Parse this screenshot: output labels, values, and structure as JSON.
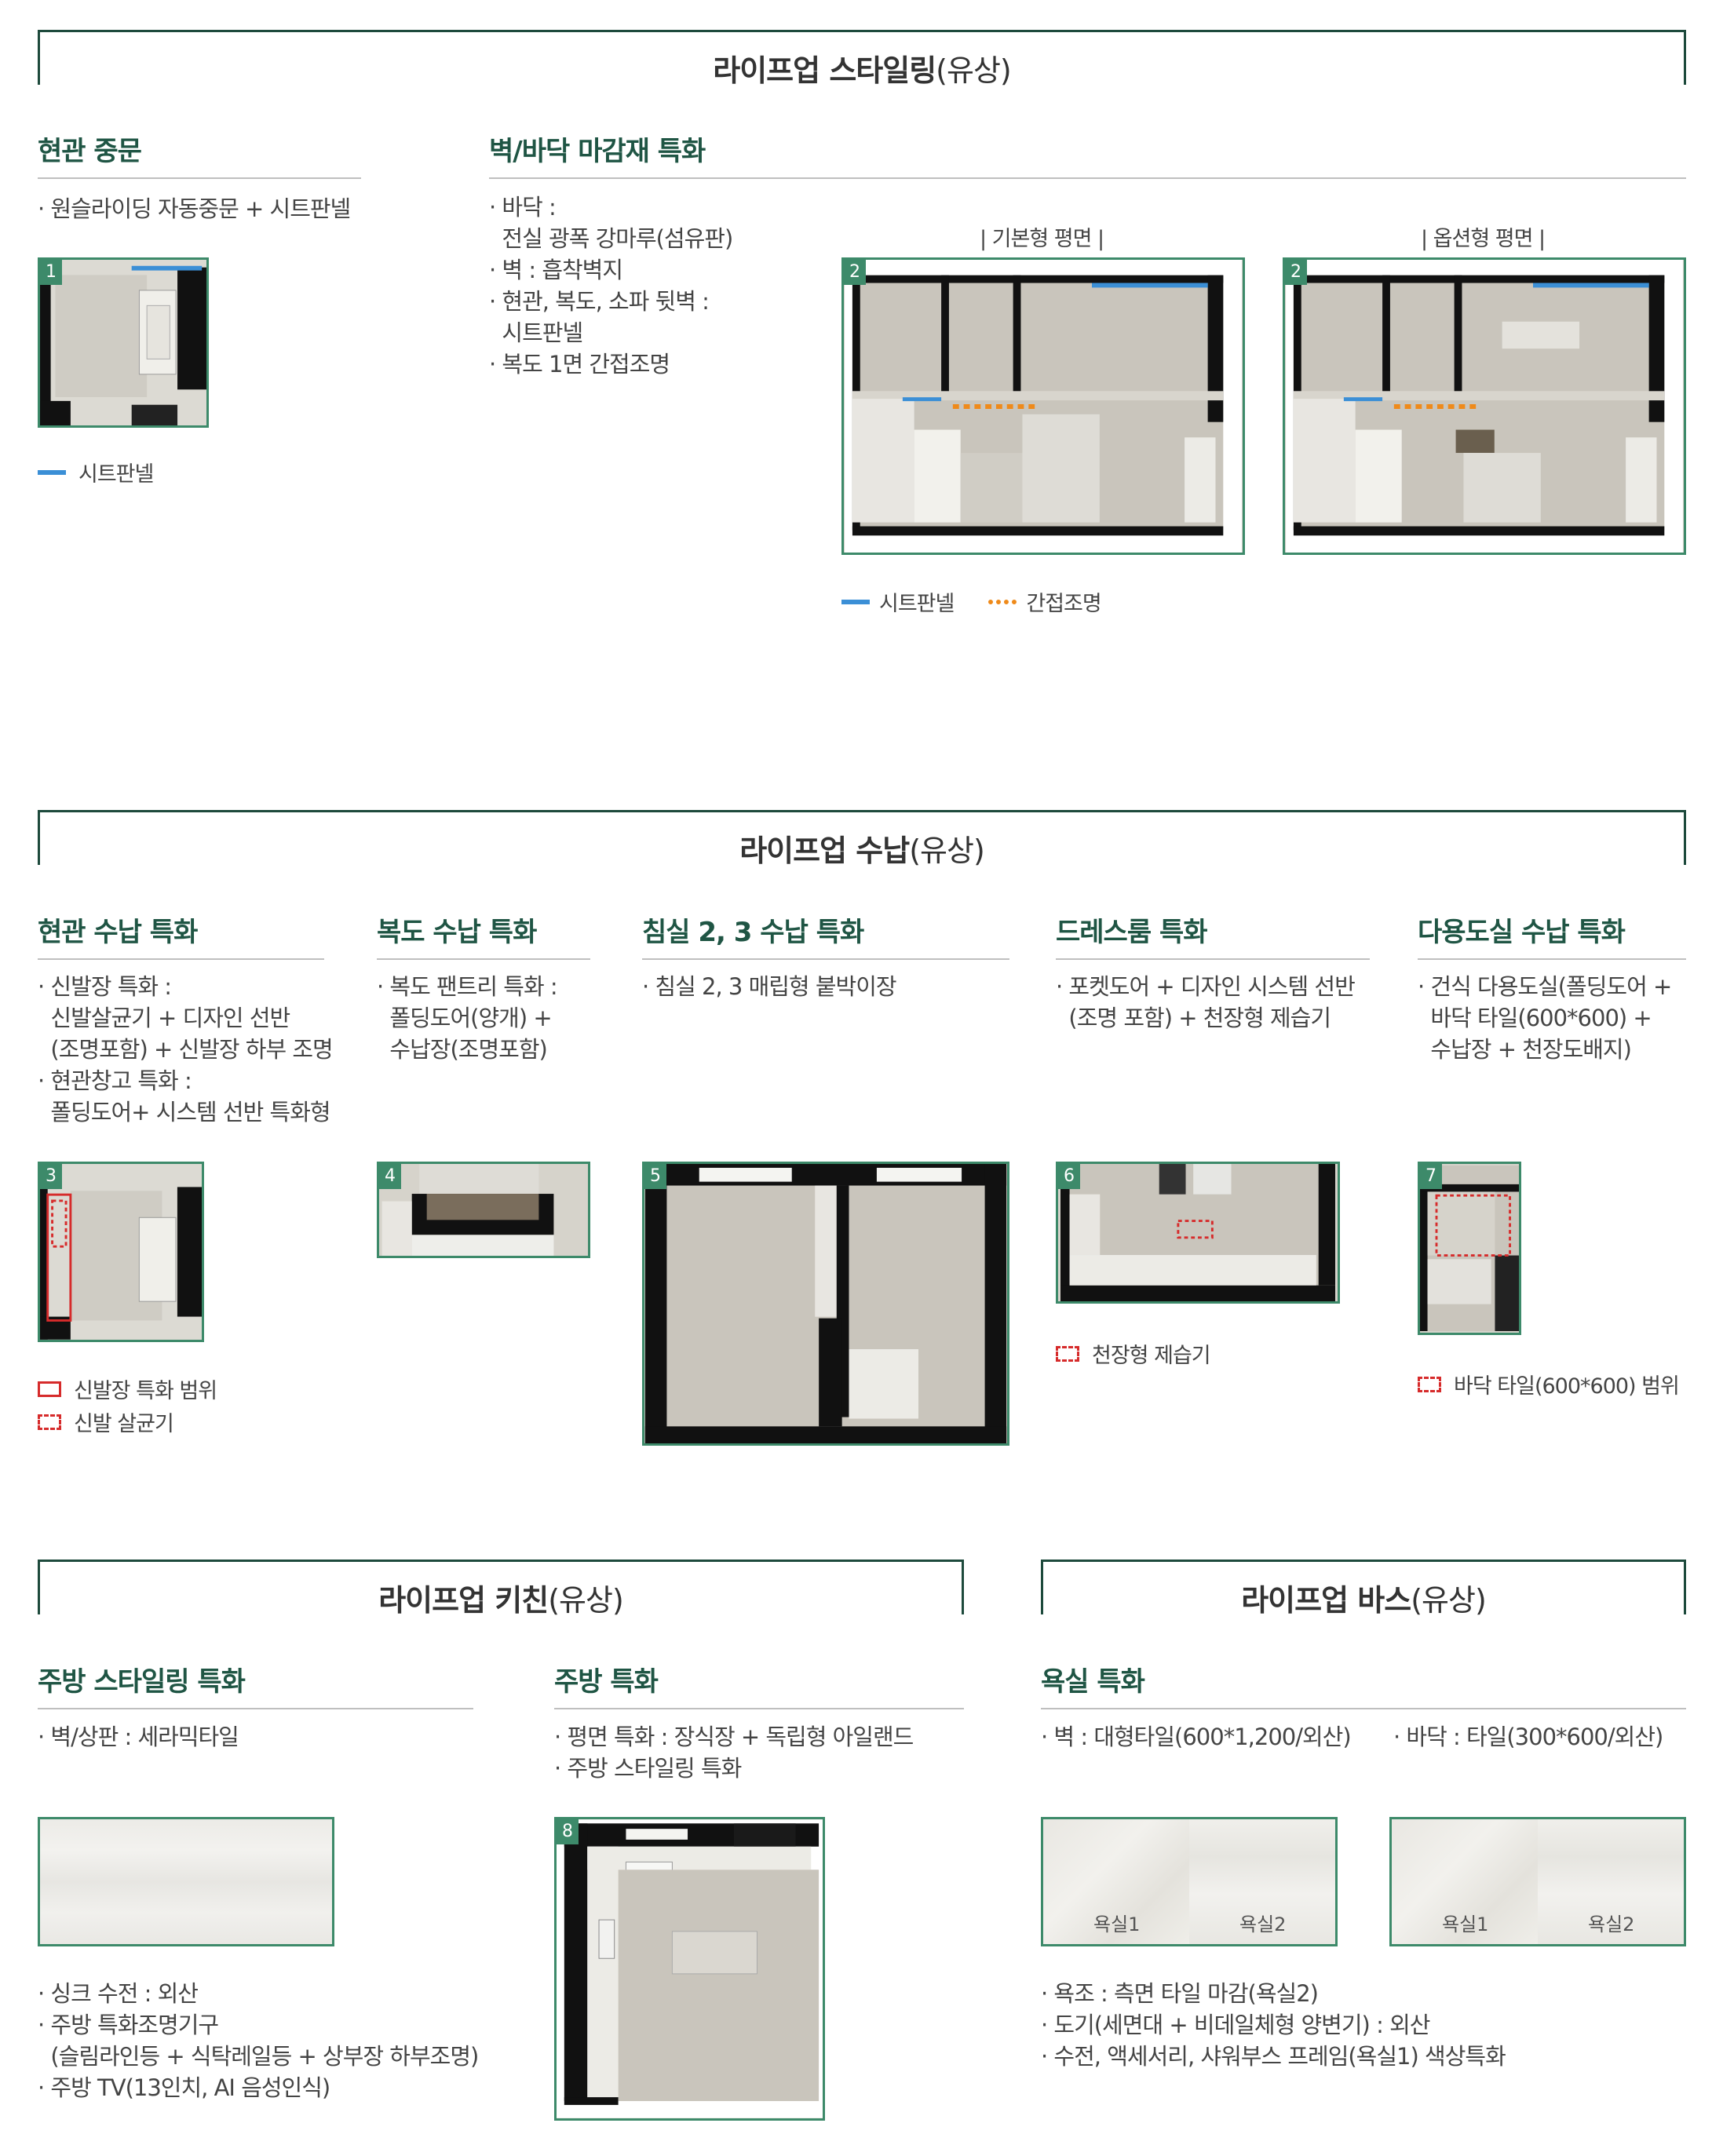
{
  "section1": {
    "title_bold": "라이프업 스타일링",
    "title_rest": "(유상)",
    "entrance": {
      "heading": "현관 중문",
      "desc": "· 원슬라이딩 자동중문 + 시트판넬",
      "badge": "1",
      "legend_sheet": "시트판넬"
    },
    "finish": {
      "heading": "벽/바닥 마감재 특화",
      "desc": "· 바닥 :\n  전실 광폭 강마루(섬유판)\n· 벽 : 흡착벽지\n· 현관, 복도, 소파 뒷벽 :\n  시트판넬\n· 복도 1면 간접조명",
      "plan_basic_label": "| 기본형 평면 |",
      "plan_option_label": "| 옵션형 평면 |",
      "badge_basic": "2",
      "badge_option": "2",
      "legend_sheet": "시트판넬",
      "legend_light": "간접조명"
    }
  },
  "section2": {
    "title_bold": "라이프업 수납",
    "title_rest": "(유상)",
    "cols": [
      {
        "heading": "현관 수납 특화",
        "desc": "· 신발장 특화 :\n  신발살균기 + 디자인 선반\n  (조명포함) + 신발장 하부 조명\n· 현관창고 특화 :\n  폴딩도어+ 시스템 선반 특화형",
        "badge": "3"
      },
      {
        "heading": "복도 수납 특화",
        "desc": "· 복도 팬트리 특화 :\n  폴딩도어(양개) +\n  수납장(조명포함)",
        "badge": "4"
      },
      {
        "heading": "침실 2, 3 수납 특화",
        "desc": "· 침실 2, 3 매립형 붙박이장",
        "badge": "5"
      },
      {
        "heading": "드레스룸 특화",
        "desc": "· 포켓도어 + 디자인 시스템 선반\n  (조명 포함) + 천장형 제습기",
        "badge": "6"
      },
      {
        "heading": "다용도실 수납 특화",
        "desc": "· 건식 다용도실(폴딩도어 +\n  바닥 타일(600*600) +\n  수납장 + 천장도배지)",
        "badge": "7"
      }
    ],
    "legend_shoe_range": "신발장 특화 범위",
    "legend_shoe_sterilizer": "신발 살균기",
    "legend_dehumidifier": "천장형 제습기",
    "legend_floor_tile": "바닥 타일(600*600) 범위"
  },
  "section3": {
    "title_bold": "라이프업 키친",
    "title_rest": "(유상)",
    "styling": {
      "heading": "주방 스타일링 특화",
      "desc": "· 벽/상판 : 세라믹타일",
      "desc2": "· 싱크 수전 : 외산\n· 주방 특화조명기구\n  (슬림라인등 + 식탁레일등 + 상부장 하부조명)\n· 주방 TV(13인치, AI 음성인식)"
    },
    "kitchen": {
      "heading": "주방 특화",
      "desc": "· 평면 특화 : 장식장 + 독립형 아일랜드\n· 주방 스타일링 특화",
      "badge": "8"
    }
  },
  "section4": {
    "title_bold": "라이프업 바스",
    "title_rest": "(유상)",
    "heading": "욕실 특화",
    "wall": "· 벽 : 대형타일(600*1,200/외산)",
    "floor": "· 바닥 : 타일(300*600/외산)",
    "tile_labels": [
      "욕실1",
      "욕실2",
      "욕실1",
      "욕실2"
    ],
    "desc": "· 욕조 : 측면 타일 마감(욕실2)\n· 도기(세면대 + 비데일체형 양변기) : 외산\n· 수전, 액세서리, 샤워부스 프레임(욕실1) 색상특화"
  },
  "colors": {
    "accent_green": "#3d8a6a",
    "title_dark": "#1d4a3c",
    "sheet_panel_blue": "#3b8fd6",
    "indirect_light_orange": "#ef8a1a",
    "highlight_red": "#d62b2b"
  }
}
